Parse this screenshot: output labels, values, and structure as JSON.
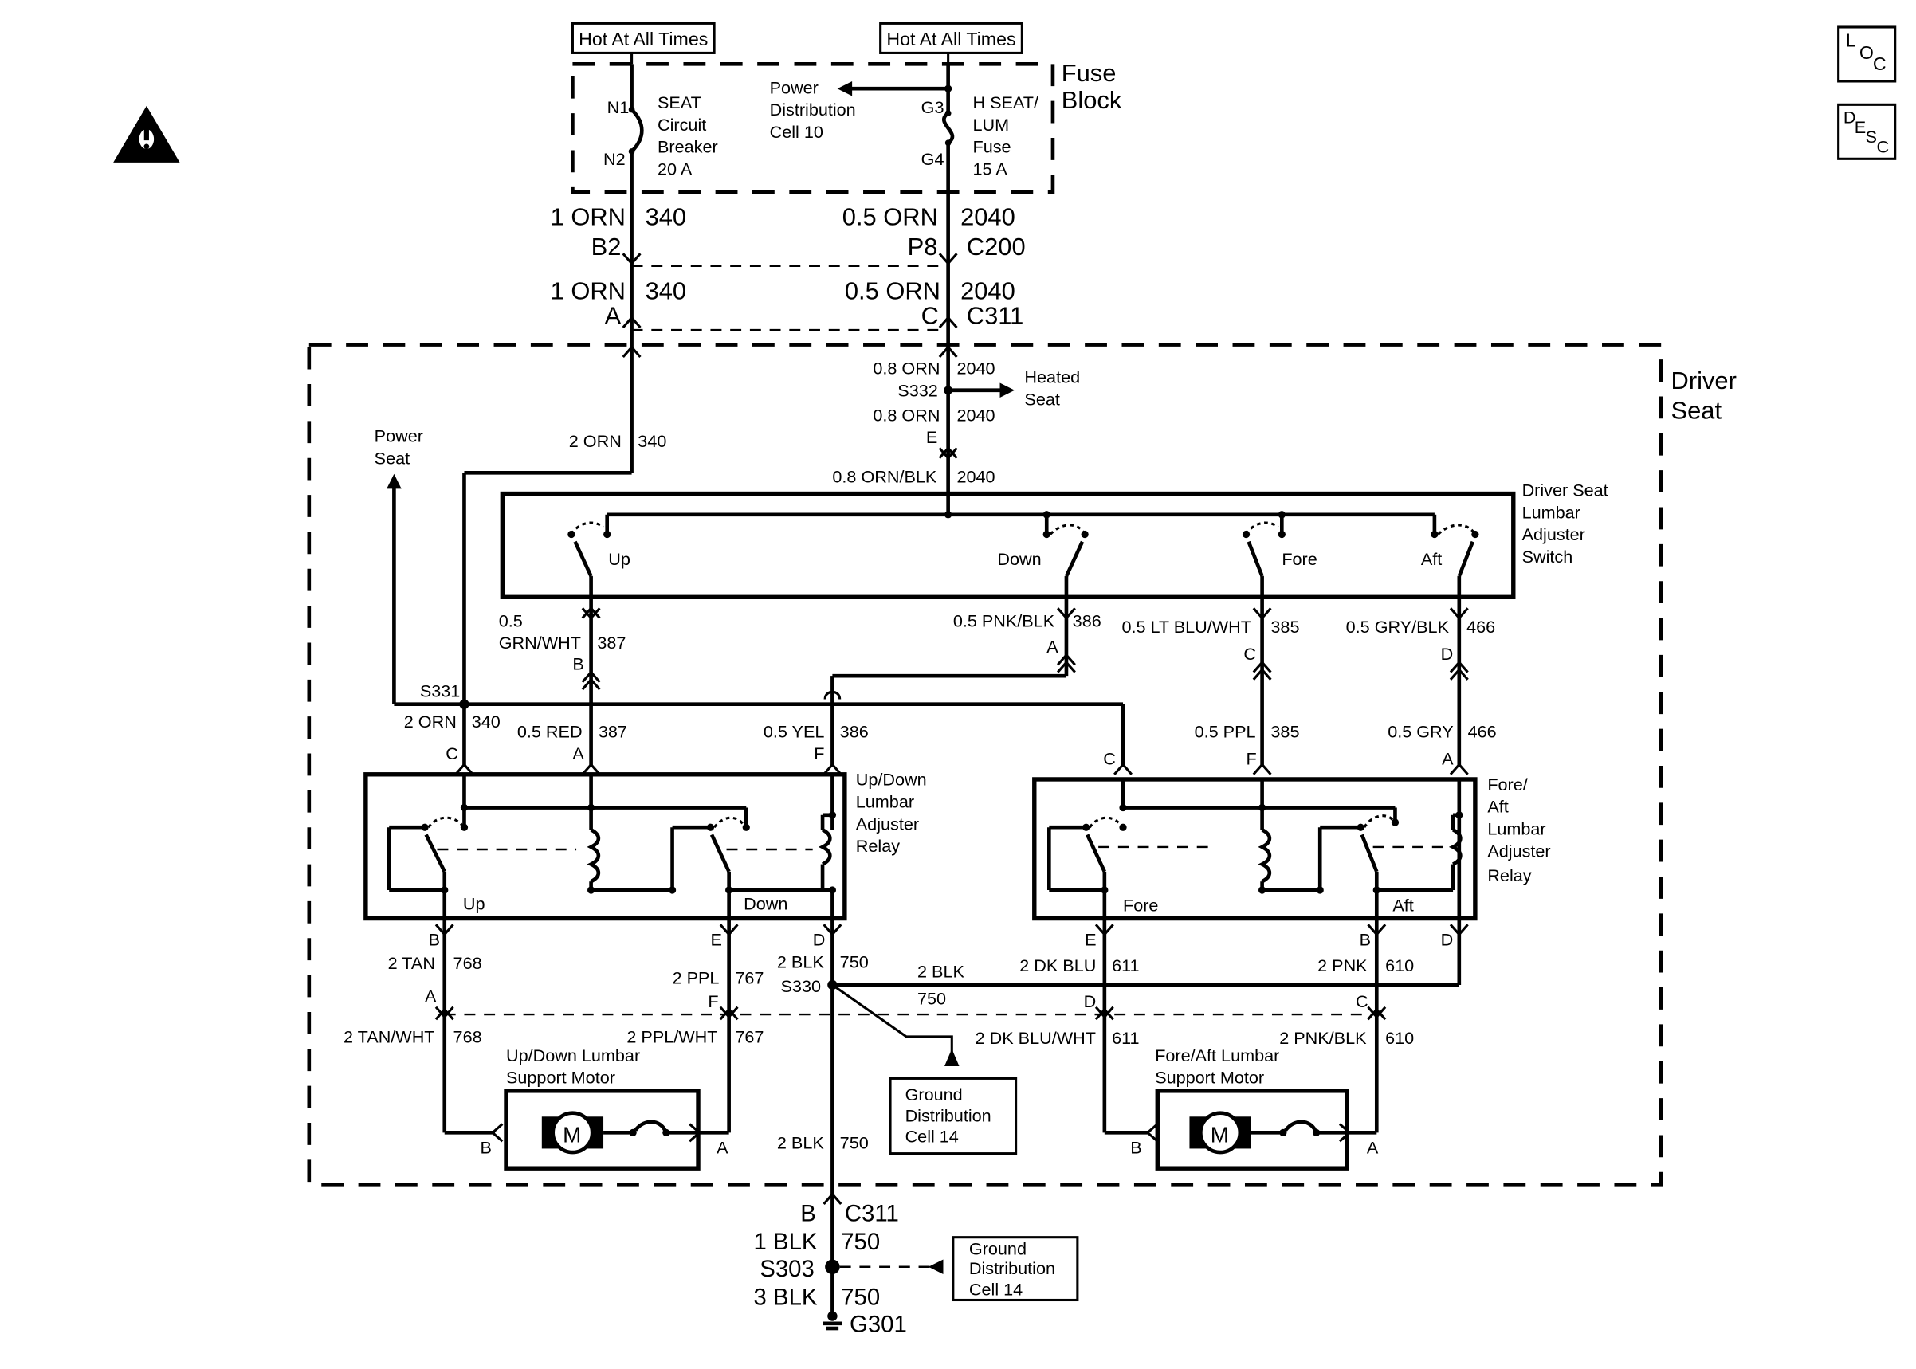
{
  "top_labels": {
    "hot_left": "Hot At All Times",
    "hot_right": "Hot At All Times"
  },
  "fuse_block": {
    "title_line1": "Fuse",
    "title_line2": "Block",
    "n1": "N1",
    "n2": "N2",
    "breaker_lines": [
      "SEAT",
      "Circuit",
      "Breaker",
      "20 A"
    ],
    "power_dist_lines": [
      "Power",
      "Distribution",
      "Cell 10"
    ],
    "g3": "G3",
    "g4": "G4",
    "fuse_lines": [
      "H SEAT/",
      "LUM",
      "Fuse",
      "15 A"
    ]
  },
  "connectors": {
    "left_orn": "1 ORN",
    "left_340": "340",
    "b2": "B2",
    "right_orn": "0.5 ORN",
    "right_2040": "2040",
    "p8": "P8",
    "c200": "C200",
    "left_orn_2": "1 ORN",
    "left_340_2": "340",
    "pin_a": "A",
    "right_orn_2": "0.5 ORN",
    "right_2040_2": "2040",
    "pin_c": "C",
    "c311": "C311"
  },
  "driver_seat": {
    "title_line1": "Driver",
    "title_line2": "Seat"
  },
  "splices": {
    "orn08_top": "0.8 ORN",
    "n2040_top": "2040",
    "s332": "S332",
    "heated_seat": [
      "Heated",
      "Seat"
    ],
    "orn08_bottom": "0.8 ORN",
    "n2040_mid": "2040",
    "pin_e": "E",
    "ornblk": "0.8 ORN/BLK",
    "n2040_bottom": "2040",
    "power_seat": [
      "Power",
      "Seat"
    ],
    "orn2": "2 ORN",
    "n340": "340"
  },
  "switch": {
    "title_lines": [
      "Driver Seat",
      "Lumbar",
      "Adjuster",
      "Switch"
    ],
    "up": "Up",
    "down": "Down",
    "fore": "Fore",
    "aft": "Aft"
  },
  "switch_outputs": {
    "grn_a": "0.5",
    "grn_b": "GRN/WHT",
    "n387": "387",
    "pin_b": "B",
    "pnk": "0.5 PNK/BLK",
    "n386": "386",
    "pin_a": "A",
    "ltblu": "0.5 LT BLU/WHT",
    "n385": "385",
    "pin_c": "C",
    "gry": "0.5 GRY/BLK",
    "n466": "466",
    "pin_d": "D"
  },
  "middle": {
    "s331": "S331",
    "orn2": "2 ORN",
    "n340": "340",
    "pin_c": "C",
    "red": "0.5 RED",
    "n387": "387",
    "pin_a": "A",
    "yel": "0.5 YEL",
    "n386": "386",
    "pin_f": "F",
    "pin_c2": "C",
    "ppl": "0.5 PPL",
    "n385": "385",
    "pin_f2": "F",
    "gry": "0.5 GRY",
    "n466": "466",
    "pin_a2": "A"
  },
  "relay_updown": {
    "title_lines": [
      "Up/Down",
      "Lumbar",
      "Adjuster",
      "Relay"
    ],
    "up": "Up",
    "down": "Down"
  },
  "relay_foreaft": {
    "title_lines": [
      "Fore/",
      "Aft",
      "Lumbar",
      "Adjuster",
      "Relay"
    ],
    "fore": "Fore",
    "aft": "Aft"
  },
  "lower": {
    "pin_b": "B",
    "tan": "2 TAN",
    "n768": "768",
    "pin_a": "A",
    "pin_e": "E",
    "ppl": "2 PPL",
    "n767": "767",
    "pin_f": "F",
    "pin_d": "D",
    "blk": "2 BLK",
    "n750": "750",
    "s330": "S330",
    "blk2": "2 BLK",
    "n750b": "750",
    "pin_e2": "E",
    "dkblu": "2 DK BLU",
    "n611": "611",
    "pin_d2": "D",
    "pin_b2": "B",
    "pnk": "2 PNK",
    "n610": "610",
    "pin_c": "C",
    "pin_d3": "D",
    "tanwht": "2 TAN/WHT",
    "n768b": "768",
    "pplwht": "2 PPL/WHT",
    "n767b": "767",
    "dkbluwht": "2 DK BLU/WHT",
    "n611b": "611",
    "pnkblk": "2 PNK/BLK",
    "n610b": "610"
  },
  "motors": {
    "updown_lines": [
      "Up/Down Lumbar",
      "Support Motor"
    ],
    "foreaft_lines": [
      "Fore/Aft Lumbar",
      "Support Motor"
    ],
    "m": "M",
    "pin_b": "B",
    "pin_a": "A",
    "pin_b2": "B",
    "pin_a2": "A"
  },
  "ground_cell_mid": [
    "Ground",
    "Distribution",
    "Cell 14"
  ],
  "bottom": {
    "blk2": "2 BLK",
    "n750": "750",
    "pin_b": "B",
    "c311": "C311",
    "blk1": "1 BLK",
    "n750b": "750",
    "s303": "S303",
    "blk3": "3 BLK",
    "n750c": "750",
    "g301": "G301",
    "ground_cell": [
      "Ground",
      "Distribution",
      "Cell 14"
    ]
  },
  "side_icons": {
    "loc": [
      "L",
      "O",
      "C"
    ],
    "desc": [
      "D",
      "E",
      "S",
      "C"
    ]
  }
}
